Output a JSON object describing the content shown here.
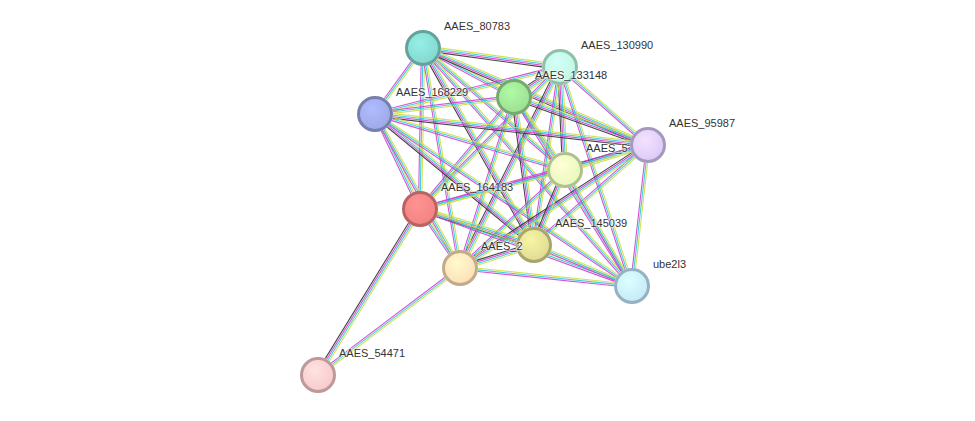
{
  "diagram": {
    "nodes": [
      {
        "text": [
          "AAES_80783"
        ]
      },
      {
        "text": [
          "AAES_130990"
        ]
      },
      {
        "text": [
          "AAES_133148"
        ]
      },
      {
        "text": [
          "AAES_168229"
        ]
      },
      {
        "text": [
          "AAES_95987"
        ]
      },
      {
        "text": [
          "AAES_5"
        ]
      },
      {
        "text": [
          "AAES_164183"
        ]
      },
      {
        "text": [
          "AAES_145039"
        ]
      },
      {
        "text": [
          "AAES_2"
        ]
      },
      {
        "text": [
          "ube2l3"
        ]
      },
      {
        "text": [
          "AAES_54471"
        ]
      }
    ],
    "edges": [
      {
        "from": 0,
        "to": 1,
        "arrow": "none"
      },
      {
        "from": 0,
        "to": 2,
        "arrow": "none"
      },
      {
        "from": 0,
        "to": 3,
        "arrow": "none"
      },
      {
        "from": 0,
        "to": 4,
        "arrow": "none"
      },
      {
        "from": 0,
        "to": 5,
        "arrow": "none"
      },
      {
        "from": 0,
        "to": 6,
        "arrow": "none"
      },
      {
        "from": 0,
        "to": 7,
        "arrow": "none"
      },
      {
        "from": 0,
        "to": 8,
        "arrow": "none"
      },
      {
        "from": 0,
        "to": 9,
        "arrow": "none"
      },
      {
        "from": 1,
        "to": 2,
        "arrow": "none"
      },
      {
        "from": 1,
        "to": 3,
        "arrow": "none"
      },
      {
        "from": 1,
        "to": 4,
        "arrow": "none"
      },
      {
        "from": 1,
        "to": 5,
        "arrow": "none"
      },
      {
        "from": 1,
        "to": 6,
        "arrow": "none"
      },
      {
        "from": 1,
        "to": 7,
        "arrow": "none"
      },
      {
        "from": 1,
        "to": 8,
        "arrow": "none"
      },
      {
        "from": 1,
        "to": 9,
        "arrow": "none"
      },
      {
        "from": 2,
        "to": 3,
        "arrow": "none"
      },
      {
        "from": 2,
        "to": 4,
        "arrow": "none"
      },
      {
        "from": 2,
        "to": 5,
        "arrow": "none"
      },
      {
        "from": 2,
        "to": 6,
        "arrow": "none"
      },
      {
        "from": 2,
        "to": 7,
        "arrow": "none"
      },
      {
        "from": 2,
        "to": 8,
        "arrow": "none"
      },
      {
        "from": 2,
        "to": 9,
        "arrow": "none"
      },
      {
        "from": 3,
        "to": 4,
        "arrow": "none"
      },
      {
        "from": 3,
        "to": 5,
        "arrow": "none"
      },
      {
        "from": 3,
        "to": 6,
        "arrow": "none"
      },
      {
        "from": 3,
        "to": 7,
        "arrow": "none"
      },
      {
        "from": 3,
        "to": 8,
        "arrow": "none"
      },
      {
        "from": 3,
        "to": 9,
        "arrow": "none"
      },
      {
        "from": 4,
        "to": 5,
        "arrow": "none"
      },
      {
        "from": 4,
        "to": 6,
        "arrow": "none"
      },
      {
        "from": 4,
        "to": 7,
        "arrow": "none"
      },
      {
        "from": 4,
        "to": 8,
        "arrow": "none"
      },
      {
        "from": 4,
        "to": 9,
        "arrow": "none"
      },
      {
        "from": 5,
        "to": 6,
        "arrow": "none"
      },
      {
        "from": 5,
        "to": 7,
        "arrow": "none"
      },
      {
        "from": 5,
        "to": 8,
        "arrow": "none"
      },
      {
        "from": 5,
        "to": 9,
        "arrow": "none"
      },
      {
        "from": 6,
        "to": 7,
        "arrow": "none"
      },
      {
        "from": 6,
        "to": 8,
        "arrow": "none"
      },
      {
        "from": 6,
        "to": 9,
        "arrow": "none"
      },
      {
        "from": 7,
        "to": 8,
        "arrow": "none"
      },
      {
        "from": 7,
        "to": 9,
        "arrow": "none"
      },
      {
        "from": 8,
        "to": 9,
        "arrow": "none"
      },
      {
        "from": 6,
        "to": 10,
        "arrow": "none"
      },
      {
        "from": 8,
        "to": 10,
        "arrow": "none"
      }
    ]
  }
}
